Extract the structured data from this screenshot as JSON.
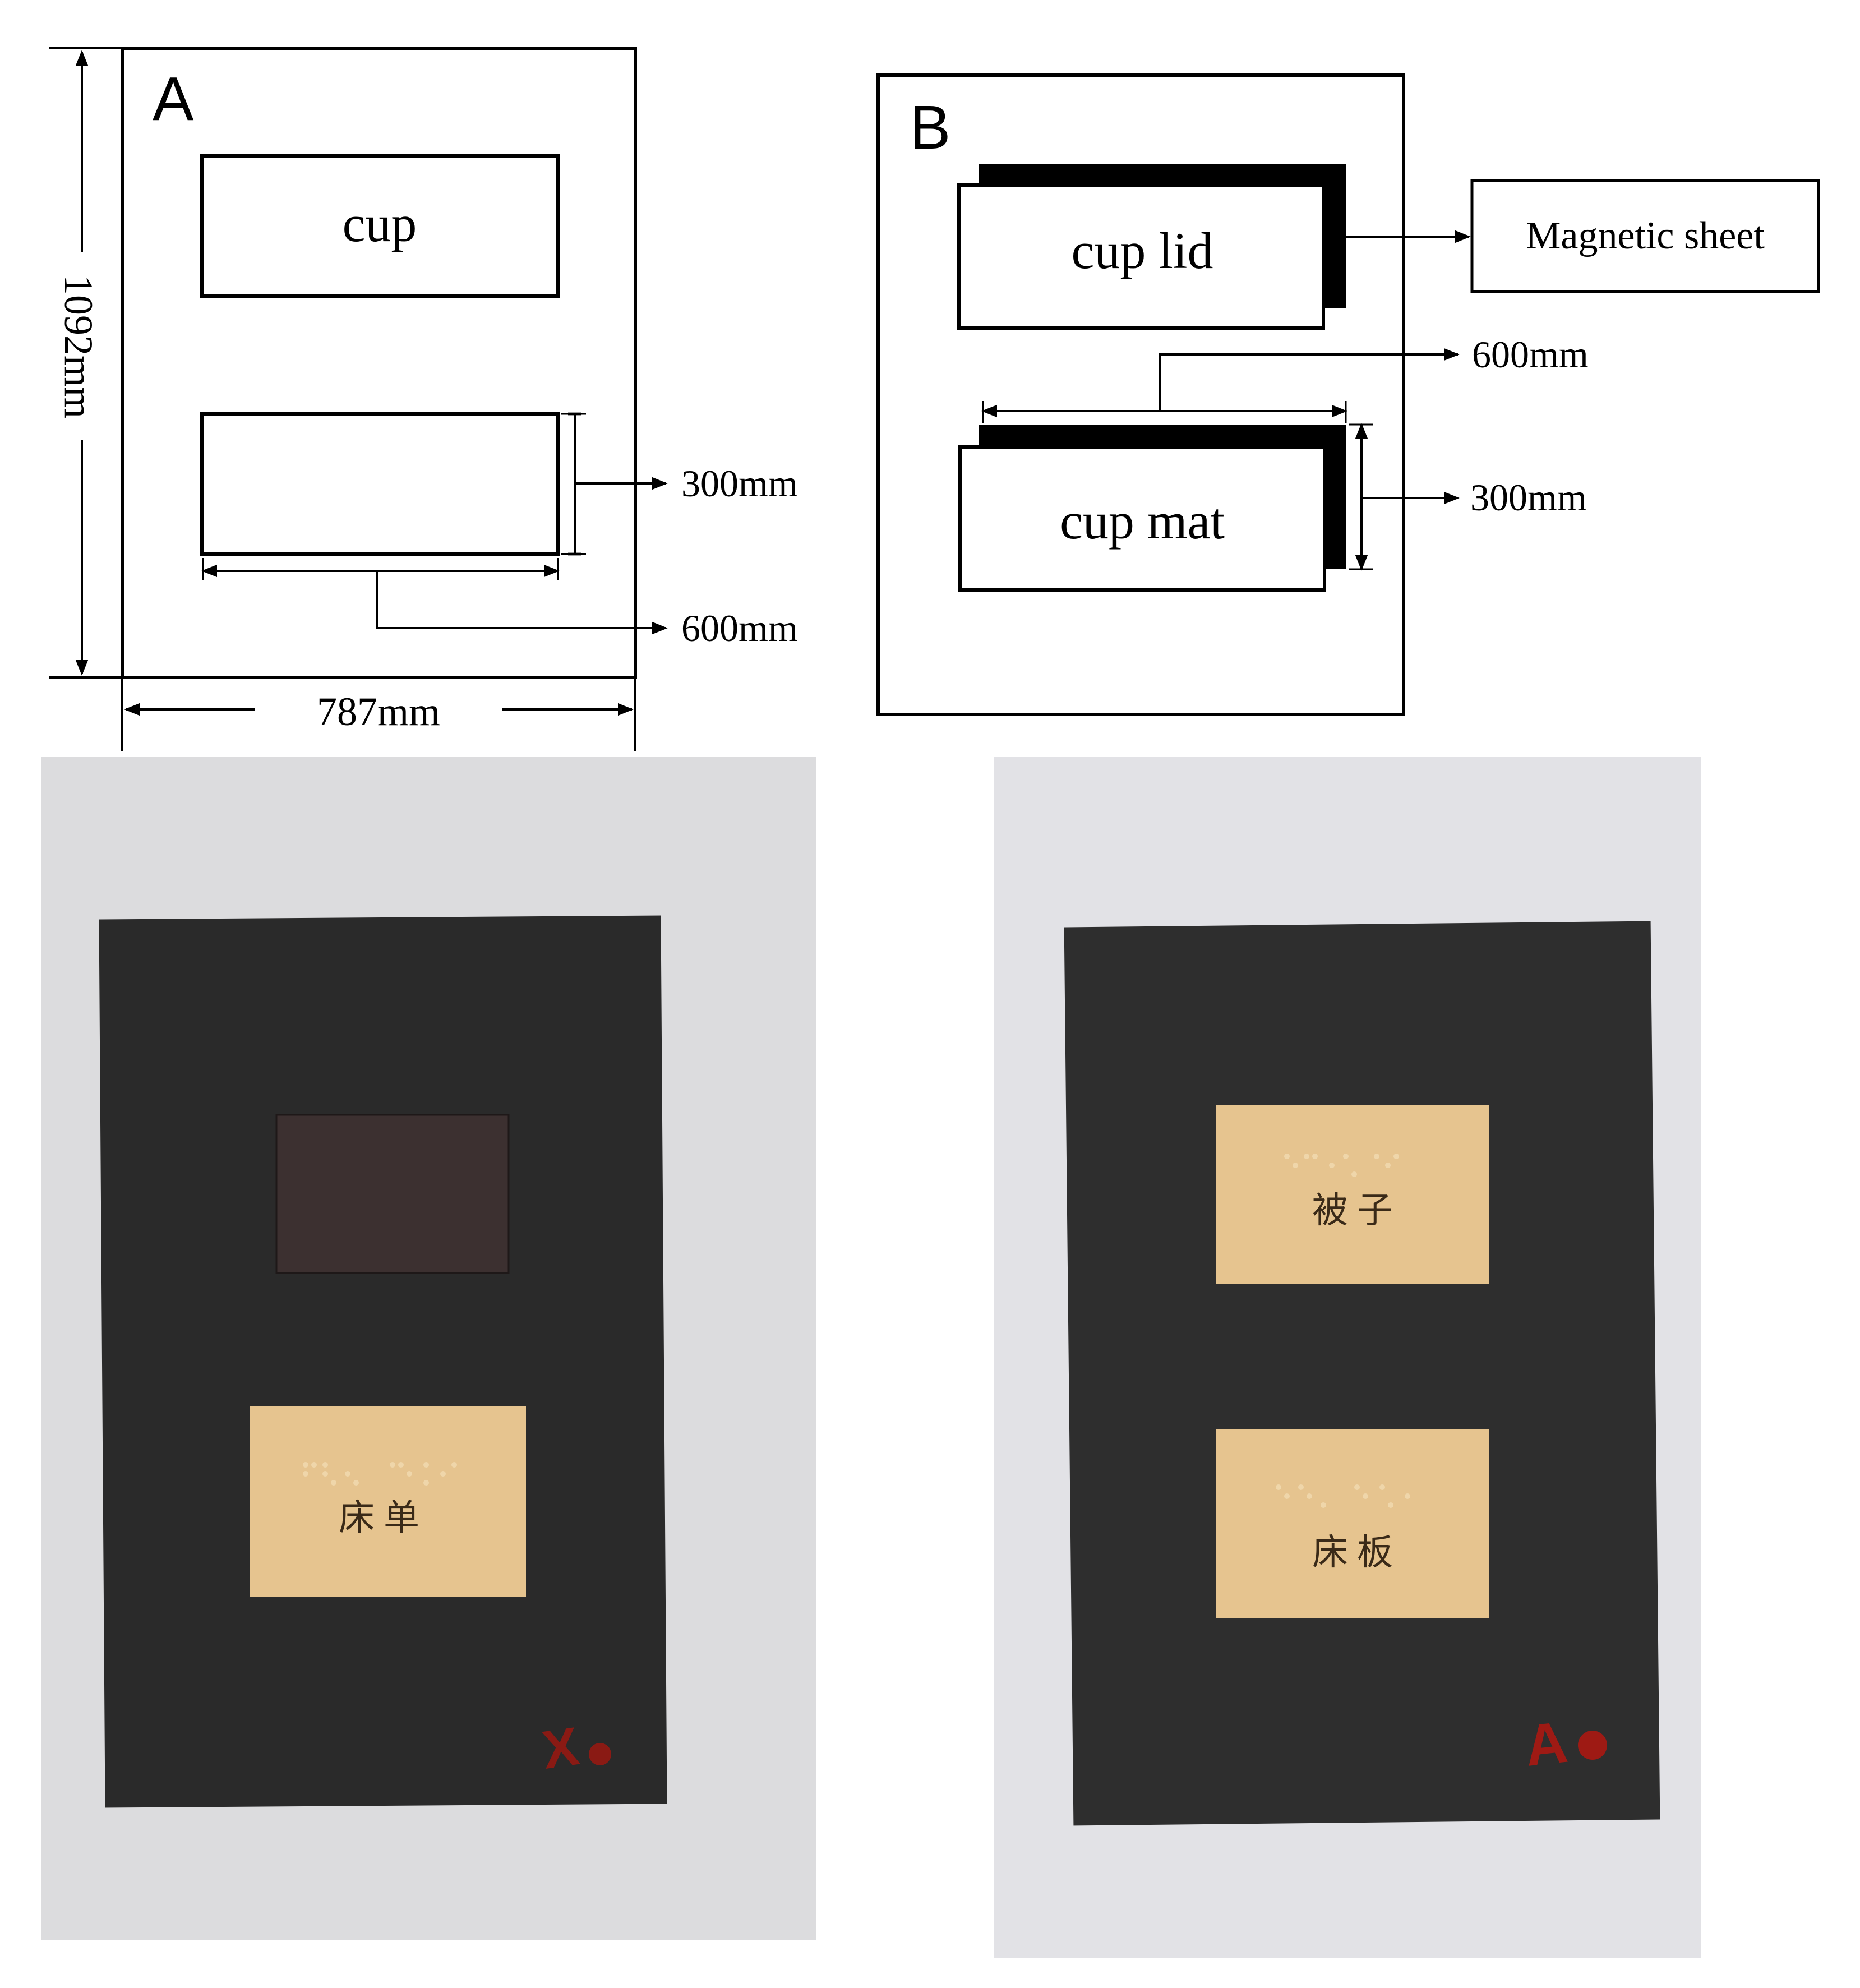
{
  "panel_a": {
    "label": "A",
    "top_box_label": "cup",
    "dim_height": "1092mm",
    "dim_width": "787mm",
    "dim_box_height": "300mm",
    "dim_box_width": "600mm"
  },
  "panel_b": {
    "label": "B",
    "top_box_label": "cup lid",
    "bottom_box_label": "cup mat",
    "callout_label": "Magnetic sheet",
    "dim_box_width": "600mm",
    "dim_box_height": "300mm"
  },
  "photo_left": {
    "card_text": "床 单",
    "corner_mark": "X",
    "colors": {
      "background": "#dcdcde",
      "board": "#2b2c2c",
      "magnet": "#3c3030",
      "card": "#e6c48f",
      "mark": "#8a1a14"
    }
  },
  "photo_right": {
    "card_top_text": "被 子",
    "card_bottom_text": "床 板",
    "corner_mark": "A",
    "colors": {
      "background": "#e2e2e6",
      "board": "#2e2f2f",
      "card": "#e6c48f",
      "mark": "#9e1a14"
    }
  }
}
